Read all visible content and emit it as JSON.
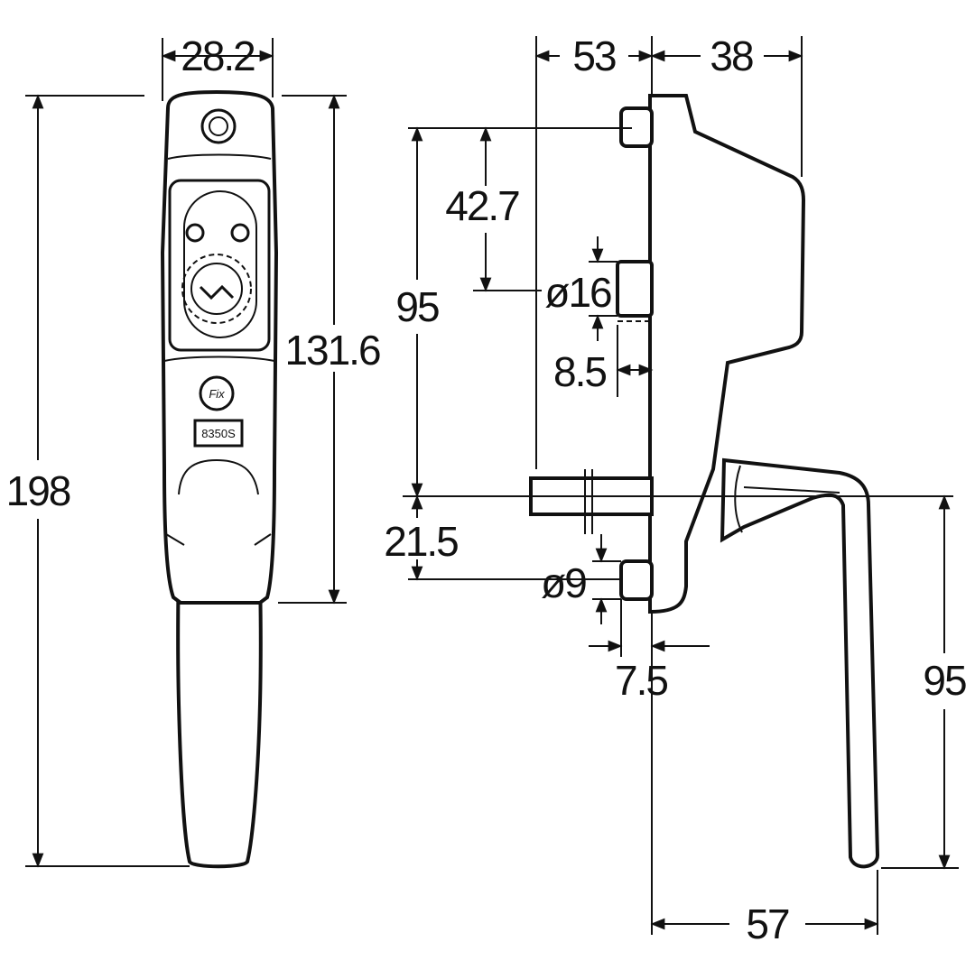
{
  "drawing": {
    "front_view": {
      "dims": {
        "width_top": "28.2",
        "overall_height": "198",
        "body_height": "131.6"
      },
      "logo_text": "Fix",
      "model_label": "8350S"
    },
    "side_view": {
      "dims": {
        "depth_left": "53",
        "depth_right": "38",
        "upper_offset": "42.7",
        "total_95": "95",
        "boss_dia": "ø16",
        "boss_offset": "8.5",
        "lower_offset": "21.5",
        "pin_dia": "ø9",
        "pin_len": "7.5",
        "handle_drop": "95",
        "handle_reach": "57"
      }
    }
  }
}
